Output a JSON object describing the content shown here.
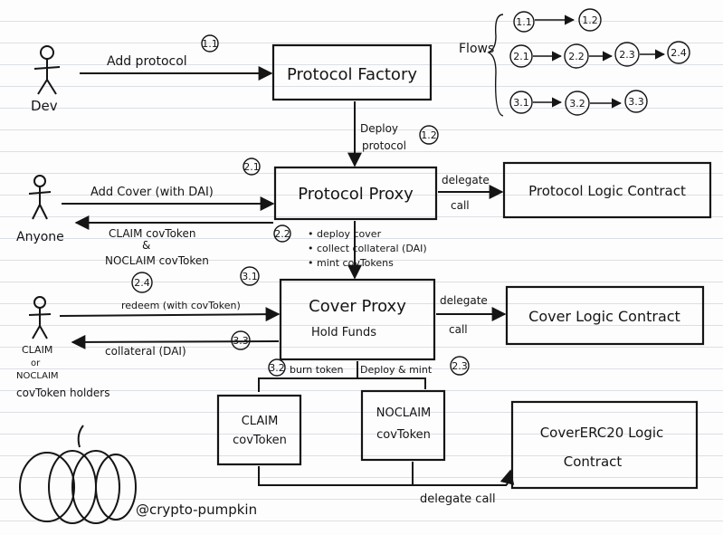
{
  "actors": {
    "dev": "Dev",
    "anyone": "Anyone",
    "holders_line1": "CLAIM",
    "holders_line2": "or",
    "holders_line3": "NOCLAIM",
    "holders_line4": "covToken holders"
  },
  "boxes": {
    "protocol_factory": "Protocol Factory",
    "protocol_proxy": "Protocol Proxy",
    "protocol_logic": "Protocol Logic Contract",
    "cover_proxy": "Cover Proxy",
    "cover_proxy_sub": "Hold Funds",
    "cover_logic": "Cover Logic Contract",
    "claim_line1": "CLAIM",
    "claim_line2": "covToken",
    "noclaim_line1": "NOCLAIM",
    "noclaim_line2": "covToken",
    "erc20_line1": "CoverERC20 Logic",
    "erc20_line2": "Contract"
  },
  "arrows": {
    "add_protocol": "Add protocol",
    "deploy_line1": "Deploy",
    "deploy_line2": "protocol",
    "add_cover": "Add Cover (with DAI)",
    "claim_cov_line1": "CLAIM covToken",
    "claim_cov_line2": "&",
    "claim_cov_line3": "NOCLAIM covToken",
    "deploy_cover_line1": "• deploy cover",
    "deploy_cover_line2": "• collect collateral (DAI)",
    "deploy_cover_line3": "• mint covTokens",
    "delegate_call_1": "delegate",
    "delegate_call_1b": "call",
    "delegate_call_2": "delegate",
    "delegate_call_2b": "call",
    "delegate_call_3": "delegate call",
    "redeem": "redeem (with covToken)",
    "collateral_dai": "collateral (DAI)",
    "burn_token": "burn token",
    "deploy_mint": "Deploy & mint"
  },
  "steps": {
    "s11": "1.1",
    "s12": "1.2",
    "s21": "2.1",
    "s22": "2.2",
    "s23": "2.3",
    "s24": "2.4",
    "s31": "3.1",
    "s32": "3.2",
    "s33": "3.3"
  },
  "flows": {
    "label": "Flows",
    "row1": [
      "1.1",
      "1.2"
    ],
    "row2": [
      "2.1",
      "2.2",
      "2.3",
      "2.4"
    ],
    "row3": [
      "3.1",
      "3.2",
      "3.3"
    ]
  },
  "signature": "@crypto-pumpkin"
}
